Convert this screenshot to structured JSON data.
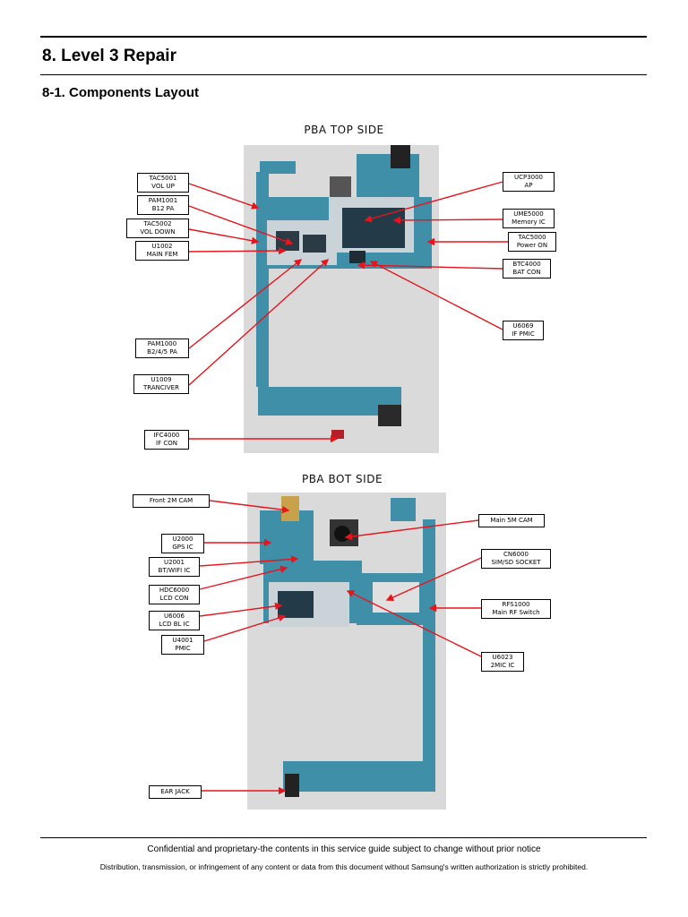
{
  "heading": "8. Level 3 Repair",
  "subheading": "8-1. Components Layout",
  "top_section": {
    "title": "PBA TOP SIDE",
    "labels": [
      {
        "l1": "TAC5001",
        "l2": "VOL UP"
      },
      {
        "l1": "PAM1001",
        "l2": "B12 PA"
      },
      {
        "l1": "TAC5002",
        "l2": "VOL DOWN"
      },
      {
        "l1": "U1002",
        "l2": "MAIN FEM"
      },
      {
        "l1": "PAM1000",
        "l2": "B2/4/5 PA"
      },
      {
        "l1": "U1009",
        "l2": "TRANCIVER"
      },
      {
        "l1": "IFC4000",
        "l2": "IF CON"
      },
      {
        "l1": "UCP3000",
        "l2": "AP"
      },
      {
        "l1": "UME5000",
        "l2": "Memory IC"
      },
      {
        "l1": "TAC5000",
        "l2": "Power ON"
      },
      {
        "l1": "BTC4000",
        "l2": "BAT CON"
      },
      {
        "l1": "U6069",
        "l2": "IF PMIC"
      }
    ]
  },
  "bot_section": {
    "title": "PBA BOT SIDE",
    "labels": [
      {
        "l1": "Front 2M CAM",
        "l2": ""
      },
      {
        "l1": "U2000",
        "l2": "GPS IC"
      },
      {
        "l1": "U2001",
        "l2": "BT/WIFI IC"
      },
      {
        "l1": "HDC6000",
        "l2": "LCD CON"
      },
      {
        "l1": "U6006",
        "l2": "LCD BL IC"
      },
      {
        "l1": "U4001",
        "l2": "PMIC"
      },
      {
        "l1": "EAR JACK",
        "l2": ""
      },
      {
        "l1": "Main 5M CAM",
        "l2": ""
      },
      {
        "l1": "CN6000",
        "l2": "SIM/SD SOCKET"
      },
      {
        "l1": "RFS1000",
        "l2": "Main RF Switch"
      },
      {
        "l1": "U6023",
        "l2": "2MIC IC"
      }
    ]
  },
  "footer": {
    "line1": "Confidential and proprietary-the contents in this service guide subject to change without prior notice",
    "line2": "Distribution, transmission, or infringement of any content or data from this document without Samsung's written authorization is strictly prohibited."
  },
  "colors": {
    "arrow": "#e8141c",
    "board": "#3f8fa8",
    "board_dark": "#1f4e66",
    "shield": "#c9d3d8"
  }
}
